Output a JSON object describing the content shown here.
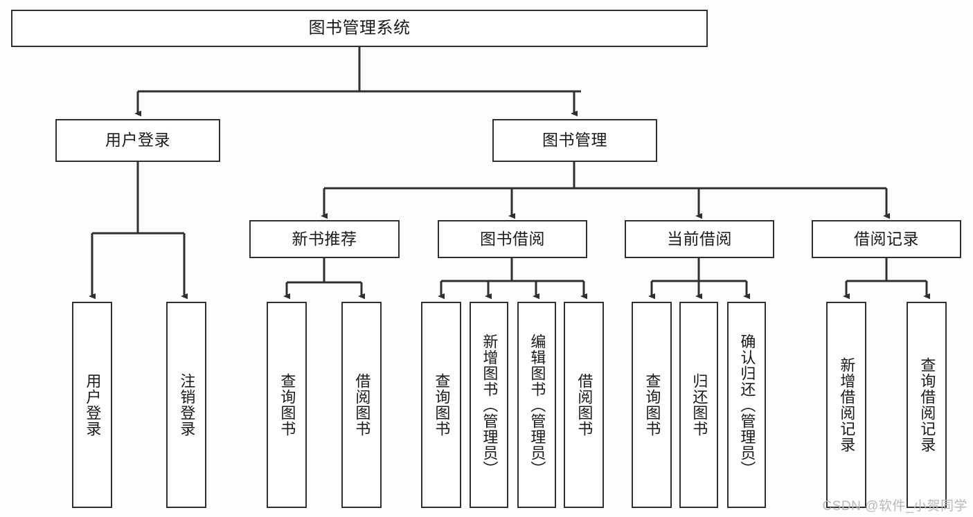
{
  "diagram": {
    "type": "tree",
    "title": "图书管理系统",
    "watermark": "CSDN @软件_小贺同学",
    "colors": {
      "background": "#fdfdfd",
      "box_border": "#2f2f2f",
      "box_fill": "#ffffff",
      "connector": "#2f2f2f",
      "text": "#1a1a1a",
      "watermark": "#b9b9b9"
    },
    "nodes": {
      "root": {
        "label": "图书管理系统"
      },
      "level1": [
        {
          "label": "用户登录"
        },
        {
          "label": "图书管理"
        }
      ],
      "level2": [
        {
          "label": "新书推荐"
        },
        {
          "label": "图书借阅"
        },
        {
          "label": "当前借阅"
        },
        {
          "label": "借阅记录"
        }
      ],
      "leaves": {
        "user_login": [
          {
            "label": "用户登录"
          },
          {
            "label": "注销登录"
          }
        ],
        "new_book_recommend": [
          {
            "label": "查询图书"
          },
          {
            "label": "借阅图书"
          }
        ],
        "book_borrow": [
          {
            "label": "查询图书"
          },
          {
            "label": "新增图书（管理员）"
          },
          {
            "label": "编辑图书（管理员）"
          },
          {
            "label": "借阅图书"
          }
        ],
        "current_borrow": [
          {
            "label": "查询图书"
          },
          {
            "label": "归还图书"
          },
          {
            "label": "确认归还（管理员）"
          }
        ],
        "borrow_record": [
          {
            "label": "新增借阅记录"
          },
          {
            "label": "查询借阅记录"
          }
        ]
      }
    }
  }
}
